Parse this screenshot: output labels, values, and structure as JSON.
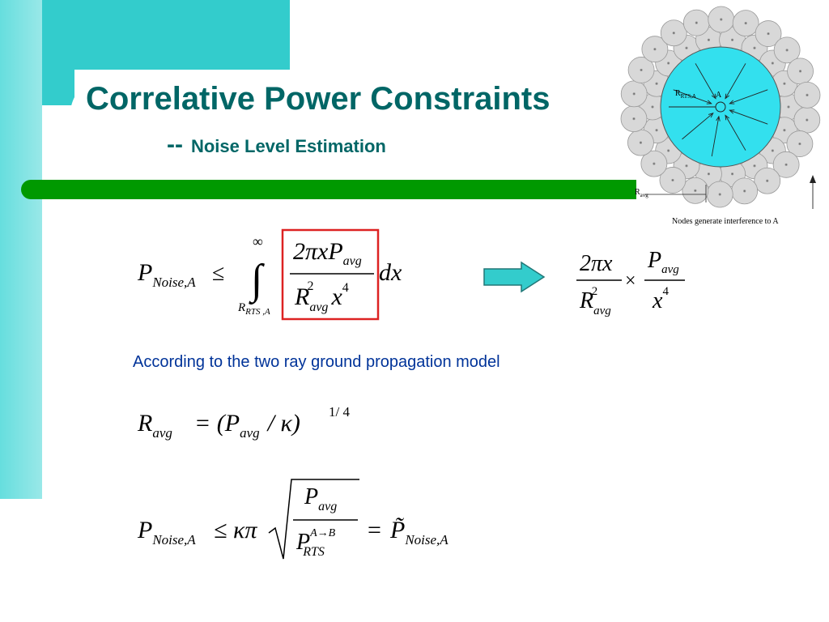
{
  "slide": {
    "title": "Correlative Power Constraints",
    "subtitle_dash": "--",
    "subtitle": "Noise Level Estimation",
    "body_text": "According to the two ray ground propagation model"
  },
  "diagram": {
    "label_rts_a": "R",
    "label_rts_a_sub": "RTS,A",
    "label_a": "A",
    "label_ravg": "R",
    "label_ravg_sub": "avg",
    "caption": "Nodes generate interference to A"
  },
  "equations": {
    "eq1": {
      "lhs": "P",
      "lhs_sub": "Noise,A",
      "leq": "≤",
      "upper_limit": "∞",
      "lower_limit": "R",
      "lower_limit_sub": "RTS ,A",
      "num": "2πxP",
      "num_sub": "avg",
      "den_r": "R",
      "den_r_sub": "avg",
      "den_r_sup": "2",
      "den_x": "x",
      "den_x_sup": "4",
      "dx": "dx"
    },
    "eq2": {
      "frac1_num": "2πx",
      "frac1_den": "R",
      "frac1_den_sub": "avg",
      "frac1_den_sup": "2",
      "times": "×",
      "frac2_num": "P",
      "frac2_num_sub": "avg",
      "frac2_den": "x",
      "frac2_den_sup": "4"
    },
    "eq3": {
      "lhs": "R",
      "lhs_sub": "avg",
      "rhs_open": "= (P",
      "rhs_sub": "avg",
      "rhs_close": "/ κ)",
      "exponent": "1/ 4"
    },
    "eq4": {
      "lhs": "P",
      "lhs_sub": "Noise,A",
      "leq_k_pi": "≤ κπ",
      "num": "P",
      "num_sub": "avg",
      "den": "P",
      "den_sup": "A→B",
      "den_sub": "RTS",
      "eq": "=",
      "rhs": "P̃",
      "rhs_sub": "Noise,A"
    }
  },
  "colors": {
    "teal": "#33cccc",
    "title": "#006666",
    "green_bar": "#009900",
    "body_text": "#003399",
    "highlight_box": "#dd2222",
    "arrow_fill": "#33cccc",
    "circle_fill": "#33e0ee"
  }
}
